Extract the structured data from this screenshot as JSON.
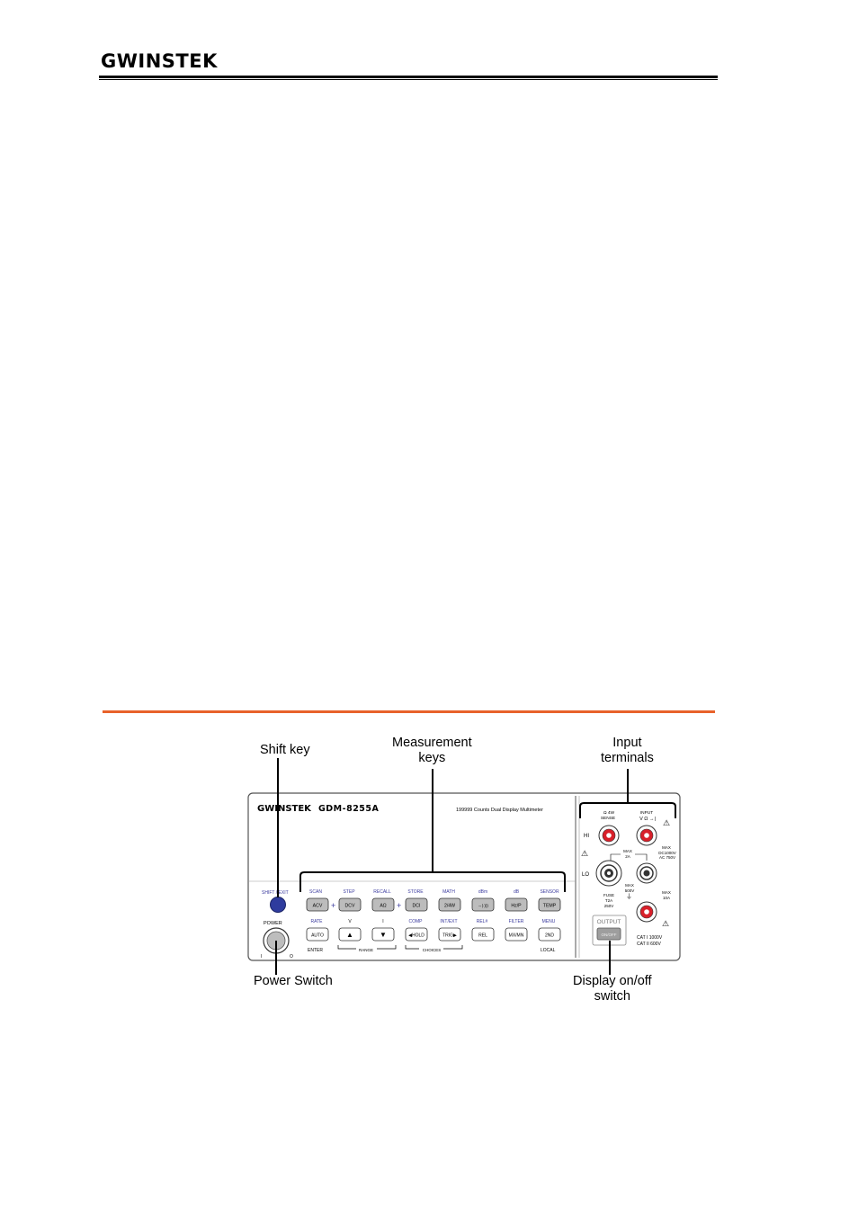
{
  "header": {
    "brand_logo": "GWINSTEK"
  },
  "callouts": {
    "shift_key": "Shift key",
    "measurement_keys_1": "Measurement",
    "measurement_keys_2": "keys",
    "input_terminals_1": "Input",
    "input_terminals_2": "terminals",
    "power_switch": "Power Switch",
    "display_switch_1": "Display on/off",
    "display_switch_2": "switch"
  },
  "panel": {
    "brand": "GWINSTEK",
    "model": "GDM-8255A",
    "description": "199999  Counts  Dual Display Multimeter",
    "shift_label": "SHIFT / EXIT",
    "power_label": "POWER",
    "power_on": "I",
    "power_off": "O",
    "top_labels": [
      "SCAN",
      "STEP",
      "RECALL",
      "STORE",
      "MATH",
      "dBm",
      "dB",
      "SENSOR"
    ],
    "top_keys": [
      "ACV",
      "DCV",
      "AΩ",
      "DCI",
      "2/4W",
      "→|·)))",
      "Hz/P",
      "TEMP"
    ],
    "plus": "+",
    "bottom_labels": [
      "RATE",
      "V",
      "I",
      "COMP",
      "INT/EXT",
      "REL#",
      "FILTER",
      "MENU"
    ],
    "bottom_keys": [
      "AUTO",
      "▲",
      "▼",
      "◀HOLD",
      "TRIG▶",
      "REL",
      "MX/MN",
      "2ND"
    ],
    "enter_label": "ENTER",
    "range_label": "RANGE",
    "choices_label": "CHOICES",
    "local_label": "LOCAL",
    "terminals": {
      "sense_top": "Ω  4W",
      "sense_label": "SENSE",
      "input_label": "INPUT",
      "input_sym": "V Ω →|",
      "hi": "HI",
      "lo": "LO",
      "max_2a_1": "MAX",
      "max_2a_2": "2A",
      "max_dc_1": "MAX",
      "max_dc_2": "DC1000V",
      "max_dc_3": "AC  750V",
      "max_500v_1": "MAX",
      "max_500v_2": "500V",
      "fuse_1": "FUSE",
      "fuse_2": "T2A",
      "fuse_3": "250V",
      "max_10a_1": "MAX",
      "max_10a_2": "10A",
      "output_label": "OUTPUT",
      "output_button": "ON/OFF",
      "cat1": "CAT I   1000V",
      "cat2": "CAT II   600V"
    }
  },
  "colors": {
    "accent_rule": "#e8622a",
    "blue_label": "#3a3a9e",
    "shift_key": "#2f3c9e",
    "terminal_red": "#d8202a"
  }
}
